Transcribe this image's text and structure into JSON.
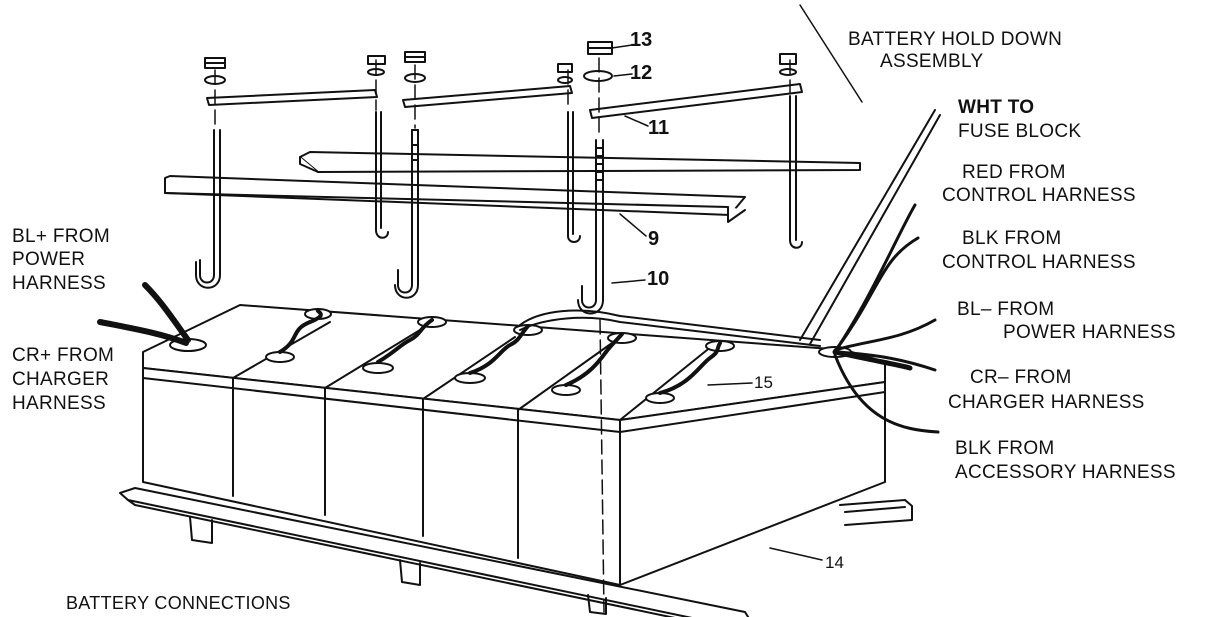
{
  "title_assembly": [
    "BATTERY HOLD DOWN",
    "ASSEMBLY"
  ],
  "caption": "BATTERY CONNECTIONS",
  "callouts": {
    "n13": "13",
    "n12": "12",
    "n11": "11",
    "n9": "9",
    "n10": "10",
    "n15": "15",
    "n14": "14"
  },
  "left_labels": {
    "bl_plus": [
      "BL+ FROM",
      "POWER",
      "HARNESS"
    ],
    "cr_plus": [
      "CR+ FROM",
      "CHARGER",
      "HARNESS"
    ]
  },
  "right_labels": {
    "wht": [
      "WHT  TO",
      "FUSE BLOCK"
    ],
    "red": [
      "RED  FROM",
      "CONTROL HARNESS"
    ],
    "blk_control": [
      "BLK  FROM",
      "CONTROL HARNESS"
    ],
    "bl_minus": [
      "BL–  FROM",
      "POWER HARNESS"
    ],
    "cr_minus": [
      "CR–  FROM",
      "CHARGER  HARNESS"
    ],
    "blk_accessory": [
      "BLK  FROM",
      "ACCESSORY HARNESS"
    ]
  }
}
